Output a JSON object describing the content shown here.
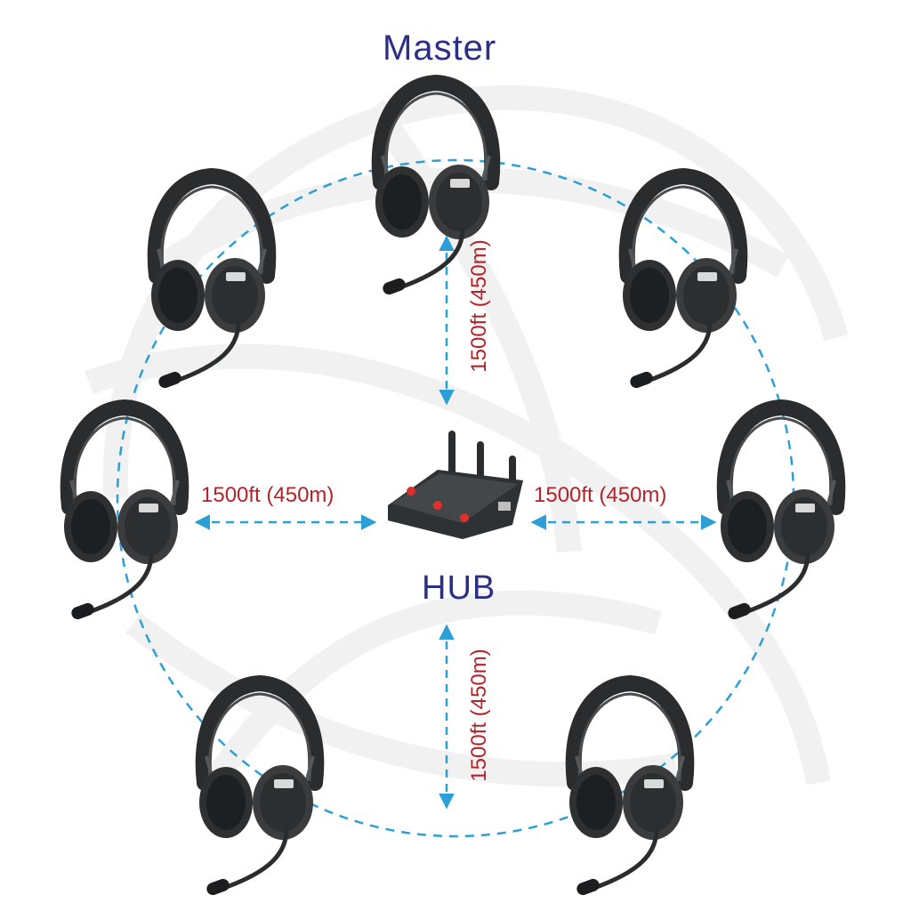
{
  "labels": {
    "master": "Master",
    "hub": "HUB",
    "range_up": "1500ft (450m)",
    "range_left": "1500ft (450m)",
    "range_right": "1500ft (450m)",
    "range_down": "1500ft (450m)"
  },
  "colors": {
    "title": "#2b2f86",
    "distance": "#b3232a",
    "link": "#2b9fd6",
    "headset": "#2a2c2e",
    "hub_body": "#3a3d40",
    "hub_button": "#e0302b",
    "watermark": "#f2f2f2"
  },
  "headsets": [
    {
      "id": "master",
      "role": "Master"
    },
    {
      "id": "upper-left"
    },
    {
      "id": "upper-right"
    },
    {
      "id": "middle-left"
    },
    {
      "id": "middle-right"
    },
    {
      "id": "lower-left"
    },
    {
      "id": "lower-right"
    }
  ]
}
